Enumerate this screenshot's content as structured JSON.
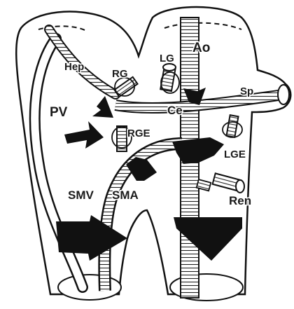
{
  "labels": {
    "pv": "PV",
    "hep": "Hep",
    "rg": "RG",
    "lg": "LG",
    "ao": "Ao",
    "sp": "Sp",
    "ce": "Ce",
    "rge": "RGE",
    "lge": "LGE",
    "smv": "SMV",
    "sma": "SMA",
    "ren": "Ren"
  }
}
